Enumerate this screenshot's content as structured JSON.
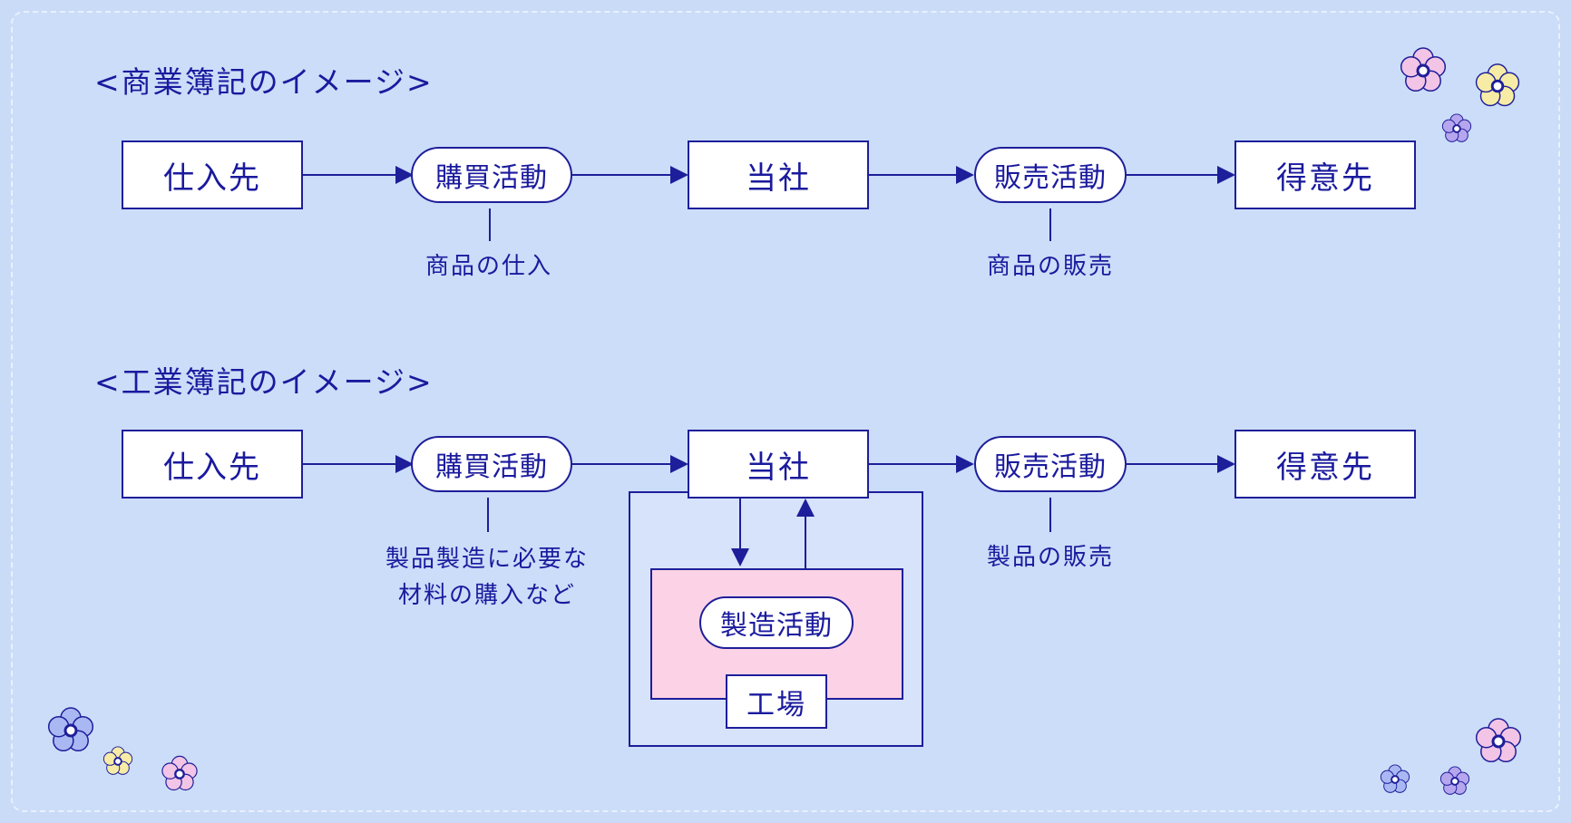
{
  "commercial": {
    "heading": "<商業簿記のイメージ>",
    "supplier": "仕入先",
    "purchase": "購買活動",
    "company": "当社",
    "sales": "販売活動",
    "customer": "得意先",
    "purchase_note": "商品の仕入",
    "sales_note": "商品の販売"
  },
  "industrial": {
    "heading": "<工業簿記のイメージ>",
    "supplier": "仕入先",
    "purchase": "購買活動",
    "company": "当社",
    "sales": "販売活動",
    "customer": "得意先",
    "purchase_note_line1": "製品製造に必要な",
    "purchase_note_line2": "材料の購入など",
    "sales_note": "製品の販売",
    "manufacturing": "製造活動",
    "factory": "工場"
  },
  "colors": {
    "background": "#c9dbf7",
    "line": "#1e1e9a",
    "factory_fill": "#fcd3e6",
    "flower_pink": "#f2c4e6",
    "flower_yellow": "#f7eca6",
    "flower_purple": "#b6a6ee",
    "flower_blue": "#a9b8f2"
  }
}
